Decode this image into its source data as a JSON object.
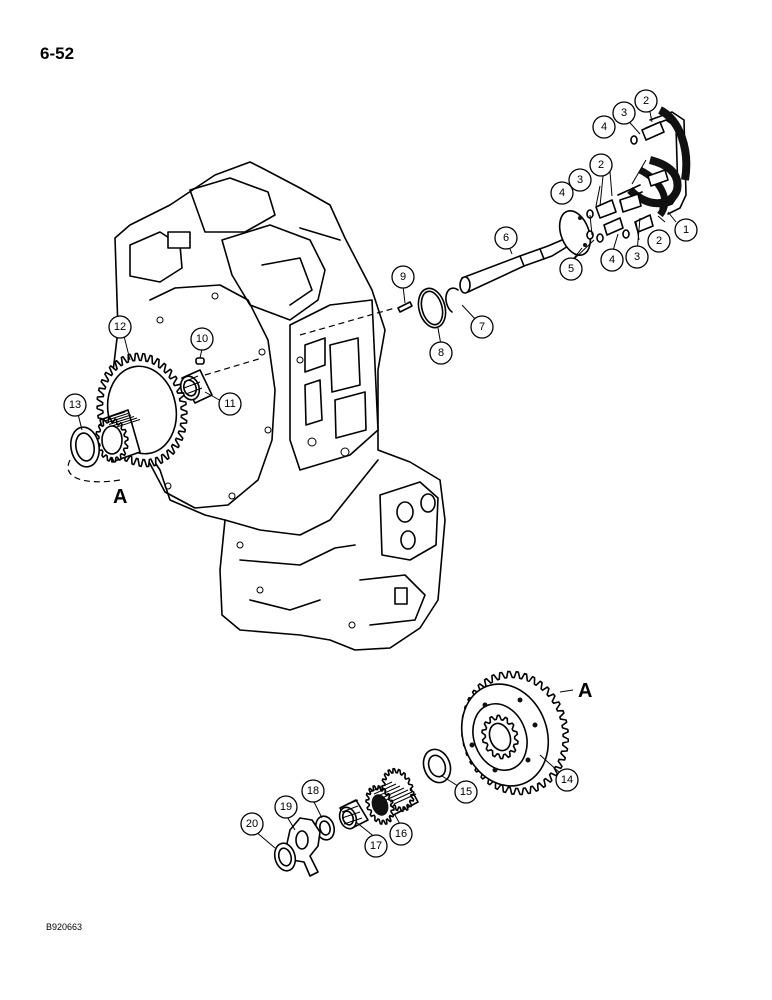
{
  "page_number": "6-52",
  "figure_code": "B920663",
  "reference_letter": "A",
  "callouts": [
    "1",
    "2",
    "3",
    "4",
    "5",
    "6",
    "7",
    "8",
    "9",
    "10",
    "11",
    "12",
    "13",
    "14",
    "15",
    "16",
    "17",
    "18",
    "19",
    "20"
  ]
}
